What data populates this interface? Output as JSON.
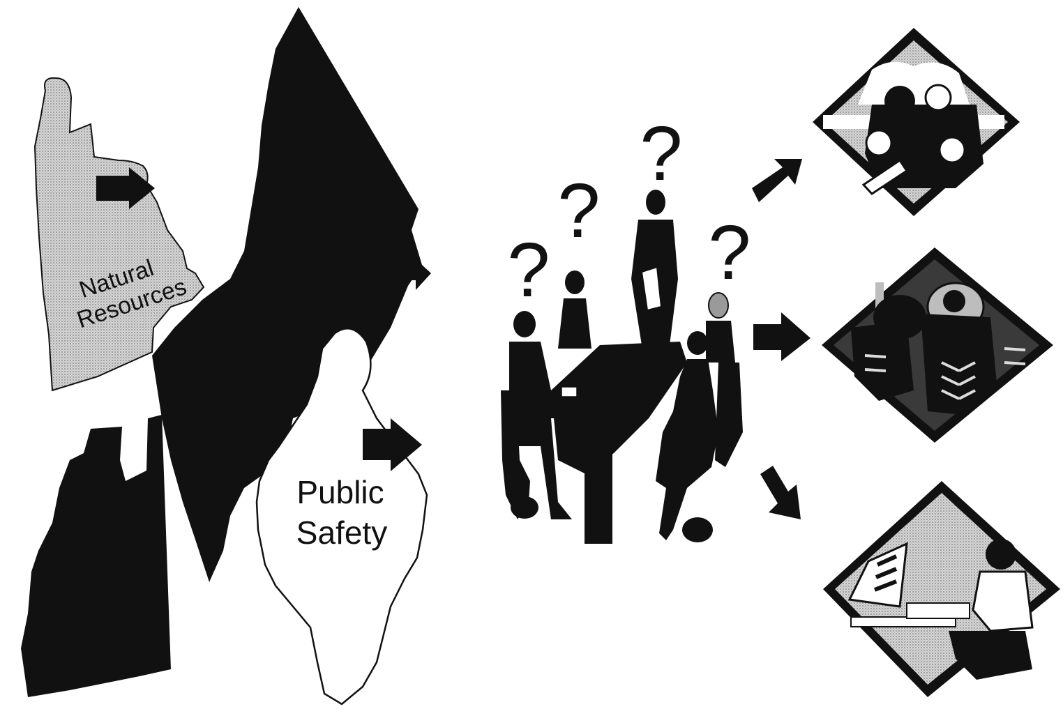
{
  "regions": {
    "natural_resources": {
      "line1": "Natural",
      "line2": "Resources"
    },
    "public_safety": {
      "line1": "Public",
      "line2": "Safety"
    }
  },
  "meeting": {
    "question_mark": "?"
  },
  "colors": {
    "ink": "#111111",
    "paper": "#ffffff",
    "stipple_gray": "#bdbdbd",
    "dark_gray": "#9a9a9a"
  },
  "icons": [
    "natural-resources-region-icon",
    "black-territory-icon",
    "public-safety-region-icon",
    "meeting-table-icon",
    "people-group-diamond-icon",
    "vehicles-diamond-icon",
    "office-worker-diamond-icon",
    "arrow-icon"
  ]
}
